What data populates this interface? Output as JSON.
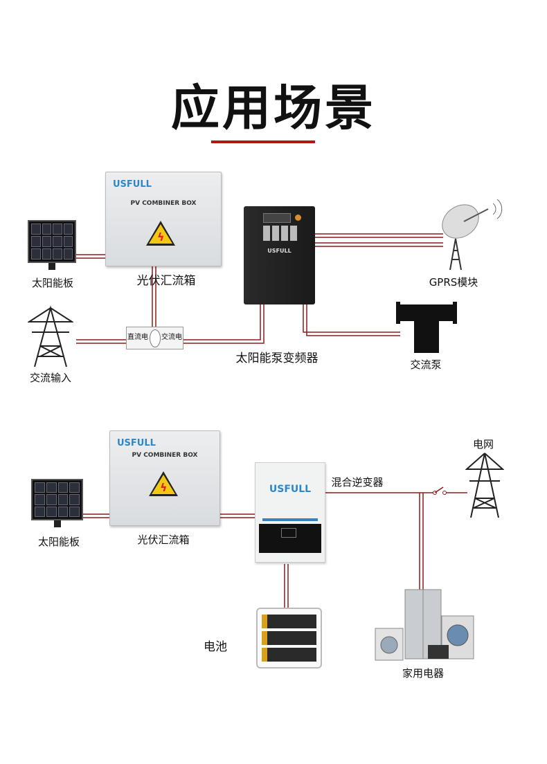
{
  "title": "应用场景",
  "scene1": {
    "solar_panel_label": "太阳能板",
    "combiner_label": "光伏汇流箱",
    "combiner_brand": "USFULL",
    "combiner_text": "PV COMBINER BOX",
    "vfd_brand": "USFULL",
    "vfd_label": "太阳能泵变频器",
    "gprs_label": "GPRS模块",
    "ac_input_label": "交流输入",
    "switch_dc": "直流电",
    "switch_ac": "交流电",
    "pump_label": "交流泵"
  },
  "scene2": {
    "solar_panel_label": "太阳能板",
    "combiner_label": "光伏汇流箱",
    "combiner_brand": "USFULL",
    "combiner_text": "PV COMBINER BOX",
    "inverter_brand": "USFULL",
    "inverter_label": "混合逆变器",
    "grid_label": "电网",
    "battery_label": "电池",
    "appliance_label": "家用电器"
  },
  "colors": {
    "wire": "#8b1a1a",
    "accent": "#b01818",
    "brand": "#2e86c8"
  }
}
